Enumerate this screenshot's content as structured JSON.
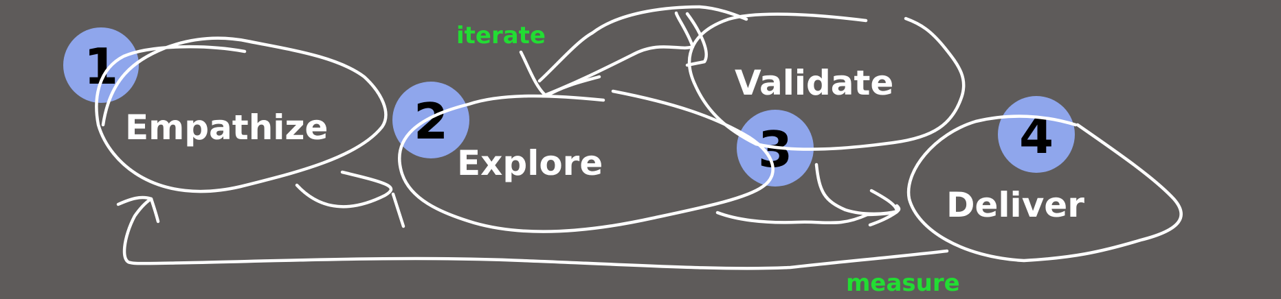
{
  "stages": [
    {
      "number": "1",
      "label": "Empathize"
    },
    {
      "number": "2",
      "label": "Explore"
    },
    {
      "number": "3",
      "label": "Validate"
    },
    {
      "number": "4",
      "label": "Deliver"
    }
  ],
  "annotations": {
    "iterate": "iterate",
    "measure": "measure"
  },
  "colors": {
    "background": "#5e5b5a",
    "badge": "#8fa6ec",
    "stroke": "#ffffff",
    "annotation": "#22dd33"
  }
}
